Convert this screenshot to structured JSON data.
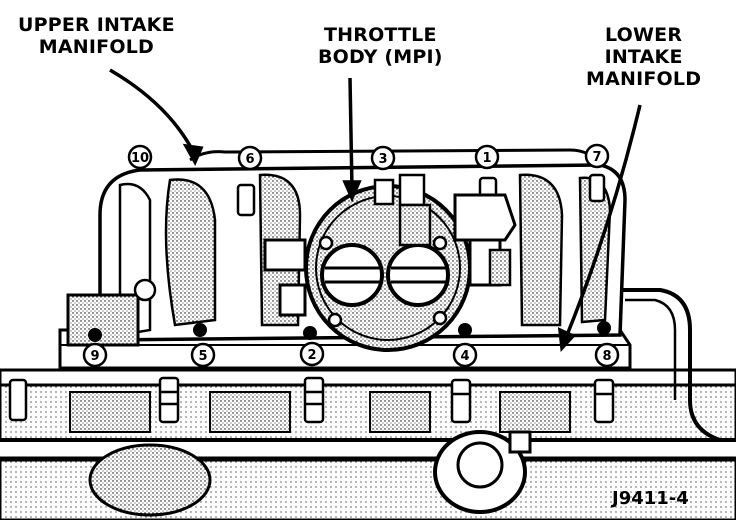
{
  "labels": {
    "upper_intake_line1": "UPPER INTAKE",
    "upper_intake_line2": "MANIFOLD",
    "throttle_line1": "THROTTLE",
    "throttle_line2": "BODY (MPI)",
    "lower_intake_line1": "LOWER",
    "lower_intake_line2": "INTAKE",
    "lower_intake_line3": "MANIFOLD"
  },
  "callouts": {
    "c1": "1",
    "c2": "2",
    "c3": "3",
    "c4": "4",
    "c5": "5",
    "c6": "6",
    "c7": "7",
    "c8": "8",
    "c9": "9",
    "c10": "10"
  },
  "figure_id": "J9411-4",
  "colors": {
    "ink": "#000000",
    "paper": "#ffffff",
    "shade": "#cfcfcf"
  }
}
